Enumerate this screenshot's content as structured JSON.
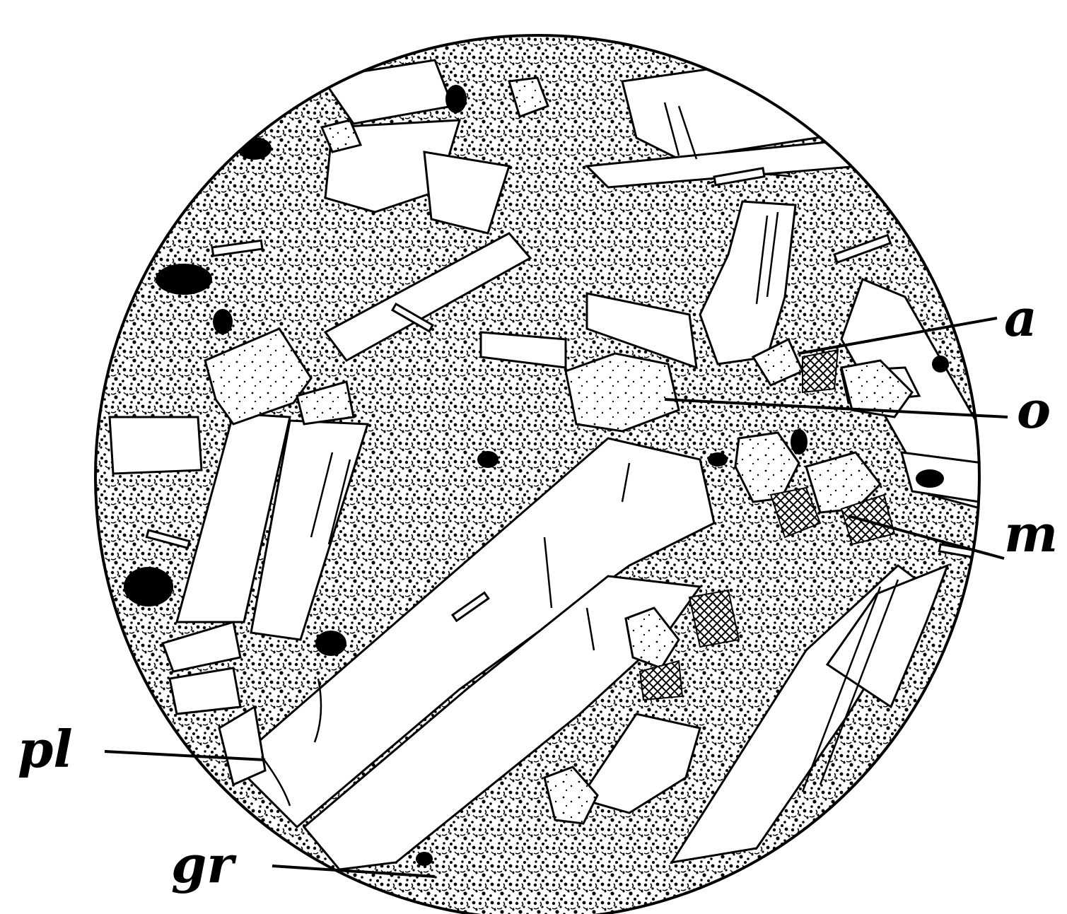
{
  "figure": {
    "kind": "thin-section micrograph drawing",
    "colors": {
      "ink": "#000000",
      "paper": "#ffffff",
      "groundmass": "#8a8a8a"
    },
    "labels": {
      "a": "a",
      "o": "o",
      "m": "m",
      "pl": "pl",
      "gr": "gr"
    }
  }
}
